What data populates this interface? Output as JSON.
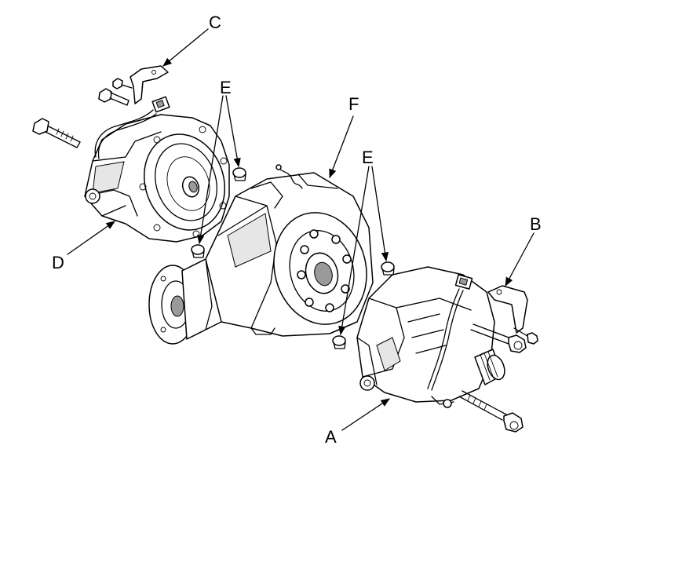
{
  "callouts": {
    "A": "A",
    "B": "B",
    "C": "C",
    "D": "D",
    "E1": "E",
    "E2": "E",
    "F": "F"
  }
}
